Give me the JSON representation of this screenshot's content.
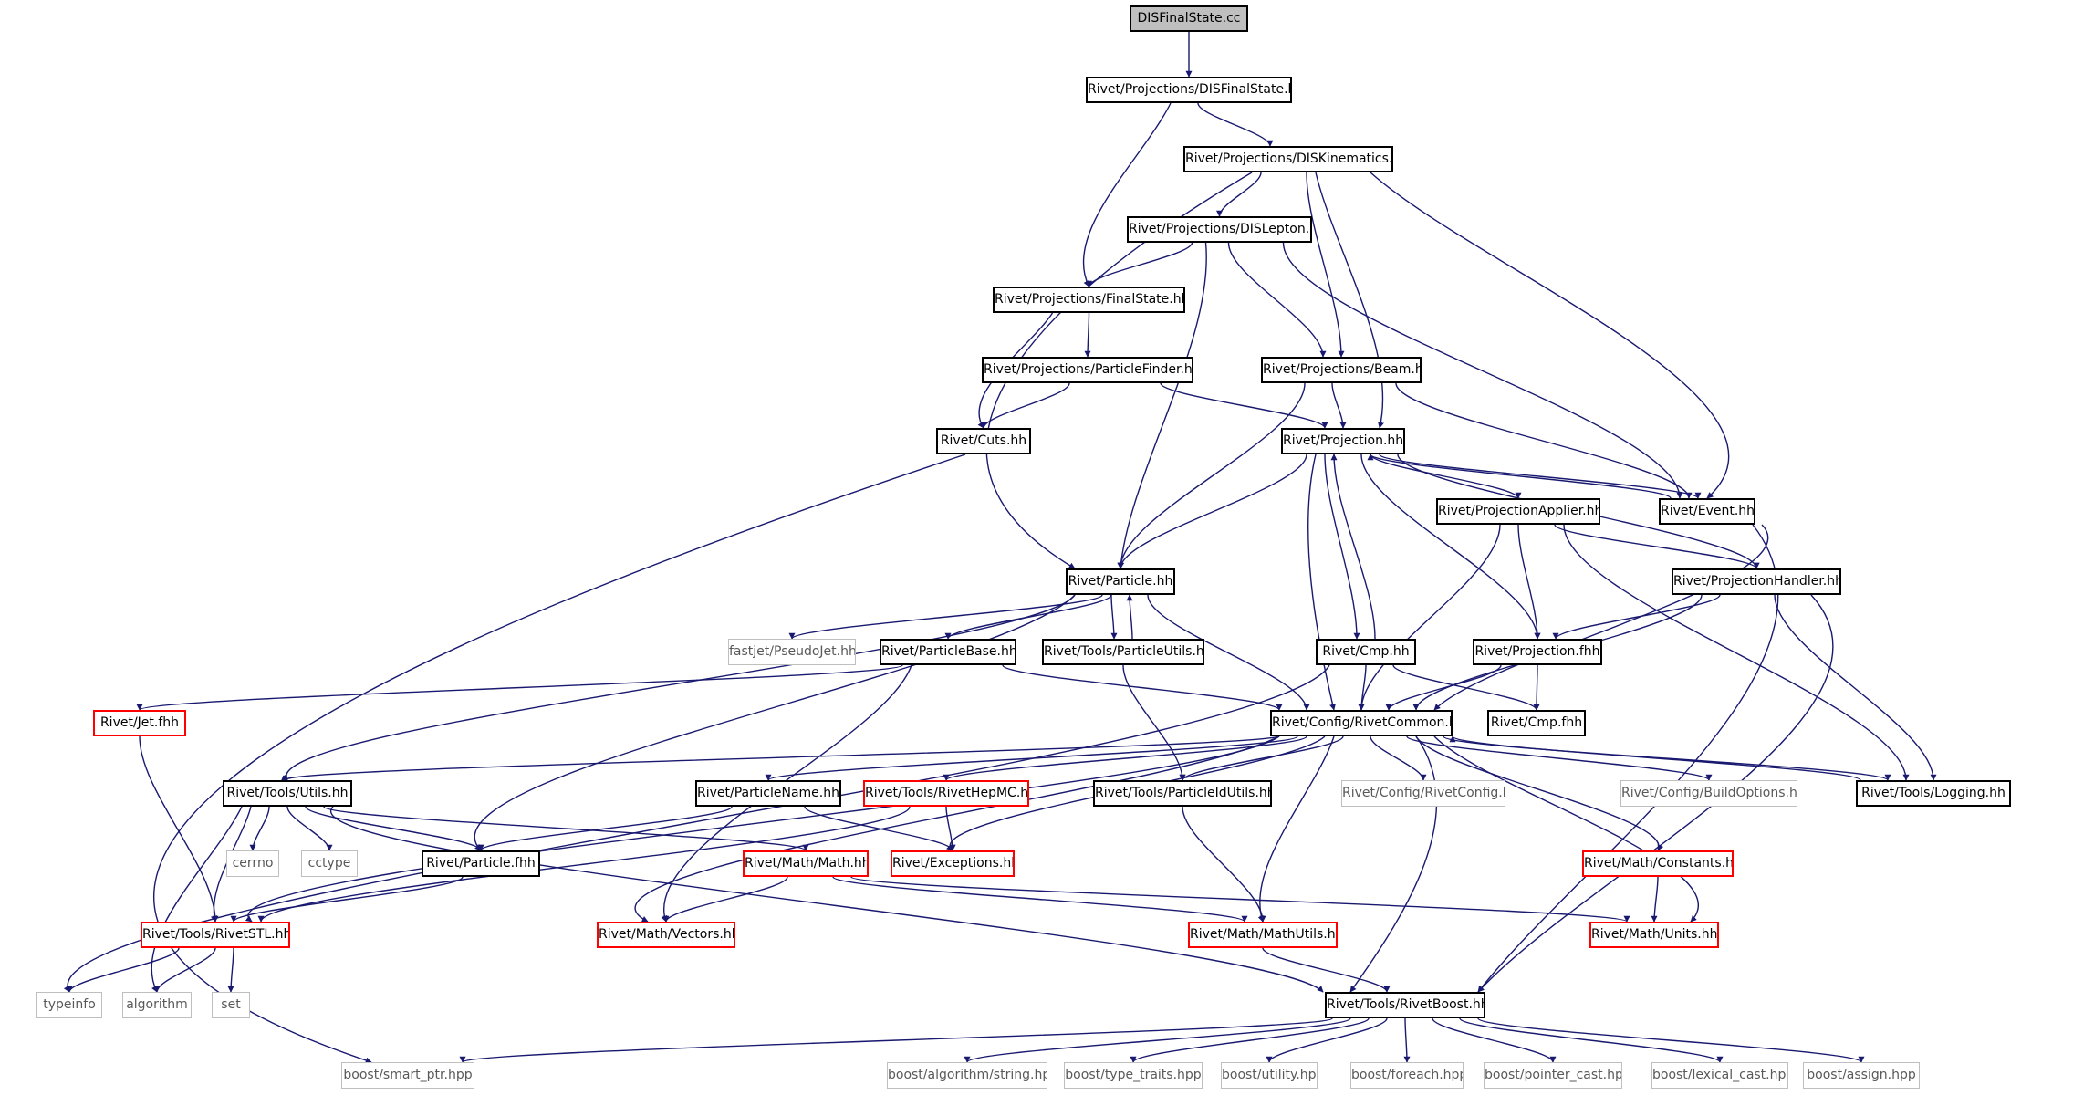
{
  "graph": {
    "edge_color": "#191970",
    "root_fill": "#bfbfbf",
    "external_color": "#bfbfbf",
    "missing_color": "#ff0000",
    "nodes": {
      "root": "DISFinalState.cc",
      "dis_final_state_hh": "Rivet/Projections/DISFinalState.hh",
      "dis_kinematics": "Rivet/Projections/DISKinematics.hh",
      "dis_lepton": "Rivet/Projections/DISLepton.hh",
      "final_state": "Rivet/Projections/FinalState.hh",
      "particle_finder": "Rivet/Projections/ParticleFinder.hh",
      "beam": "Rivet/Projections/Beam.hh",
      "cuts": "Rivet/Cuts.hh",
      "projection": "Rivet/Projection.hh",
      "projection_applier": "Rivet/ProjectionApplier.hh",
      "event": "Rivet/Event.hh",
      "projection_handler": "Rivet/ProjectionHandler.hh",
      "particle": "Rivet/Particle.hh",
      "pseudojet": "fastjet/PseudoJet.hh",
      "particle_base": "Rivet/ParticleBase.hh",
      "particle_utils": "Rivet/Tools/ParticleUtils.hh",
      "cmp": "Rivet/Cmp.hh",
      "projection_fhh": "Rivet/Projection.fhh",
      "jet_fhh": "Rivet/Jet.fhh",
      "rivet_common": "Rivet/Config/RivetCommon.hh",
      "cmp_fhh": "Rivet/Cmp.fhh",
      "tools_utils": "Rivet/Tools/Utils.hh",
      "particle_name": "Rivet/ParticleName.hh",
      "rivet_hepmc": "Rivet/Tools/RivetHepMC.hh",
      "particle_id_utils": "Rivet/Tools/ParticleIdUtils.hh",
      "rivet_config": "Rivet/Config/RivetConfig.hh",
      "build_options": "Rivet/Config/BuildOptions.hh",
      "logging": "Rivet/Tools/Logging.hh",
      "cerrno": "cerrno",
      "cctype": "cctype",
      "particle_fhh": "Rivet/Particle.fhh",
      "math_h": "Rivet/Math/Math.hh",
      "exceptions": "Rivet/Exceptions.hh",
      "constants": "Rivet/Math/Constants.hh",
      "rivet_stl": "Rivet/Tools/RivetSTL.hh",
      "vectors": "Rivet/Math/Vectors.hh",
      "math_utils": "Rivet/Math/MathUtils.hh",
      "units": "Rivet/Math/Units.hh",
      "typeinfo": "typeinfo",
      "algorithm": "algorithm",
      "set": "set",
      "rivet_boost": "Rivet/Tools/RivetBoost.hh",
      "smart_ptr": "boost/smart_ptr.hpp",
      "algo_string": "boost/algorithm/string.hpp",
      "type_traits": "boost/type_traits.hpp",
      "utility": "boost/utility.hpp",
      "foreach": "boost/foreach.hpp",
      "pointer_cast": "boost/pointer_cast.hpp",
      "lexical_cast": "boost/lexical_cast.hpp",
      "assign": "boost/assign.hpp"
    }
  }
}
